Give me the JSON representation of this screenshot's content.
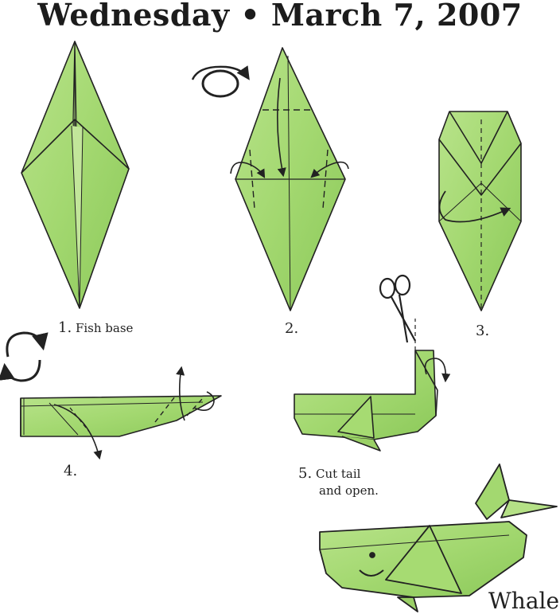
{
  "header": {
    "title": "Wednesday • March 7, 2007"
  },
  "steps": [
    {
      "number": "1.",
      "text": "Fish base"
    },
    {
      "number": "2.",
      "text": ""
    },
    {
      "number": "3.",
      "text": ""
    },
    {
      "number": "4.",
      "text": ""
    },
    {
      "number": "5.",
      "text": "Cut tail",
      "text2": "and open."
    }
  ],
  "result": {
    "label": "Whale"
  },
  "colors": {
    "paper": "#9fd46a",
    "paper_light": "#c7ea9c",
    "paper_dark": "#7fbf4a",
    "line": "#222222"
  },
  "icons": [
    "rotate-arrow-icon",
    "flip-over-icon",
    "fold-arrow-icon",
    "scissors-icon"
  ]
}
